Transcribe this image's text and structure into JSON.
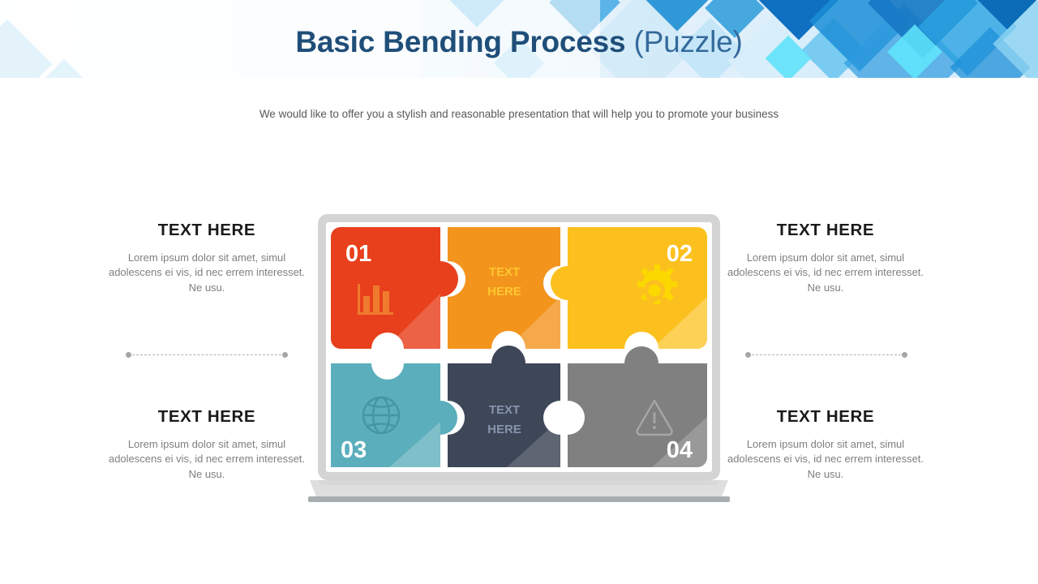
{
  "slide": {
    "title_main": "Basic Bending Process ",
    "title_sub": "(Puzzle)",
    "subtitle": "We would like to offer you a stylish and reasonable presentation that will help you to promote your business"
  },
  "text_blocks": [
    {
      "id": "top-left",
      "title": "TEXT HERE",
      "body": "Lorem ipsum dolor sit amet, simul adolescens ei vis, id nec errem interesset. Ne usu."
    },
    {
      "id": "bottom-left",
      "title": "TEXT HERE",
      "body": "Lorem ipsum dolor sit amet, simul adolescens ei vis, id nec errem interesset. Ne usu."
    },
    {
      "id": "top-right",
      "title": "TEXT HERE",
      "body": "Lorem ipsum dolor sit amet, simul adolescens ei vis, id nec errem interesset. Ne usu."
    },
    {
      "id": "bottom-right",
      "title": "TEXT HERE",
      "body": "Lorem ipsum dolor sit amet, simul adolescens ei vis, id nec errem interesset. Ne usu."
    }
  ],
  "puzzle": {
    "pieces": [
      {
        "id": "piece-01",
        "number": "01",
        "label": "",
        "icon": "bar-chart-icon",
        "color": "#E8401C",
        "icon_color": "#F07B2E",
        "number_color": "#FFFFFF"
      },
      {
        "id": "piece-center-top",
        "number": "",
        "label_line1": "TEXT",
        "label_line2": "HERE",
        "icon": "",
        "color": "#F3941D",
        "label_color": "#FDC82F"
      },
      {
        "id": "piece-02",
        "number": "02",
        "label": "",
        "icon": "gear-icon",
        "color": "#FCC01E",
        "icon_color": "#FBD800",
        "number_color": "#FFFFFF"
      },
      {
        "id": "piece-03",
        "number": "03",
        "label": "",
        "icon": "globe-icon",
        "color": "#5BAEBC",
        "icon_color": "#4695A5",
        "number_color": "#FFFFFF"
      },
      {
        "id": "piece-center-bottom",
        "number": "",
        "label_line1": "TEXT",
        "label_line2": "HERE",
        "icon": "",
        "color": "#3E4758",
        "label_color": "#8694AE"
      },
      {
        "id": "piece-04",
        "number": "04",
        "label": "",
        "icon": "warning-triangle-icon",
        "color": "#808080",
        "icon_color": "#A6A6A6",
        "number_color": "#FFFFFF"
      }
    ],
    "laptop_bezel_color": "#D4D4D4",
    "laptop_base_color": "#DEDEDE",
    "laptop_foot_color": "#A8AEB0"
  },
  "theme": {
    "title_color": "#1F4E79",
    "title_sub_color": "#356A9C",
    "subtitle_color": "#595959",
    "heading_color": "#1A1A1A",
    "body_color": "#7F7F7F",
    "divider_color": "#B0B0B0",
    "banner_blue_dark": "#1070B8",
    "banner_blue_mid": "#3FA2DE",
    "banner_blue_light": "#A9DCF5"
  }
}
